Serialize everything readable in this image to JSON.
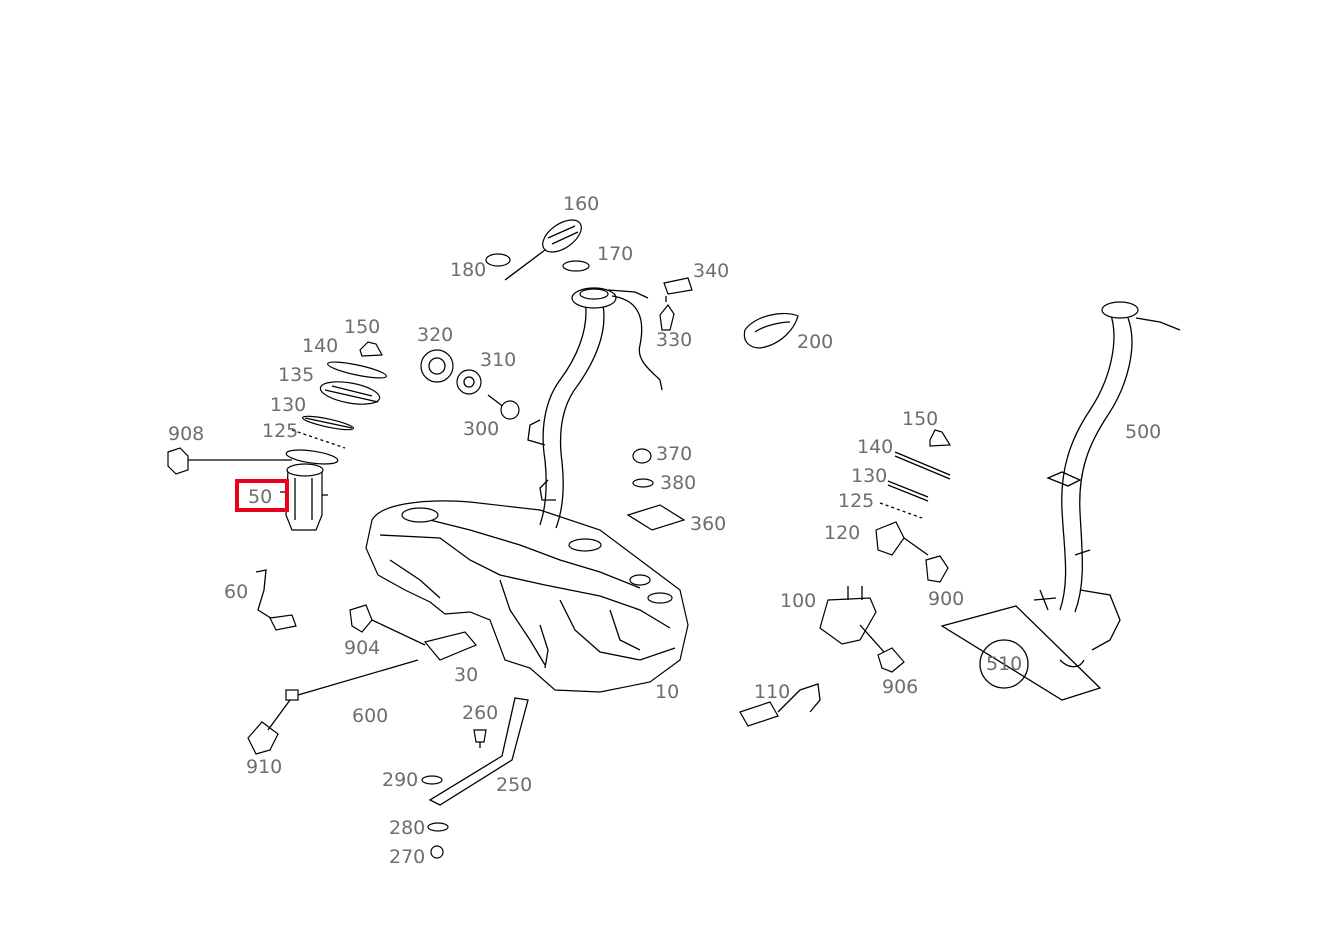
{
  "diagram": {
    "highlight_color": "#e8001c",
    "highlighted_label": "50",
    "labels": {
      "l160": "160",
      "l170": "170",
      "l180": "180",
      "l340": "340",
      "l330": "330",
      "l200": "200",
      "l320": "320",
      "l310": "310",
      "l300": "300",
      "l150a": "150",
      "l140a": "140",
      "l135": "135",
      "l130a": "130",
      "l125a": "125",
      "l908": "908",
      "l50": "50",
      "l370": "370",
      "l380": "380",
      "l360": "360",
      "l150b": "150",
      "l140b": "140",
      "l130b": "130",
      "l125b": "125",
      "l120": "120",
      "l900": "900",
      "l500": "500",
      "l510": "510",
      "l60": "60",
      "l904": "904",
      "l30": "30",
      "l600": "600",
      "l910": "910",
      "l100": "100",
      "l906": "906",
      "l110": "110",
      "l10": "10",
      "l260": "260",
      "l250": "250",
      "l290": "290",
      "l280": "280",
      "l270": "270"
    }
  }
}
